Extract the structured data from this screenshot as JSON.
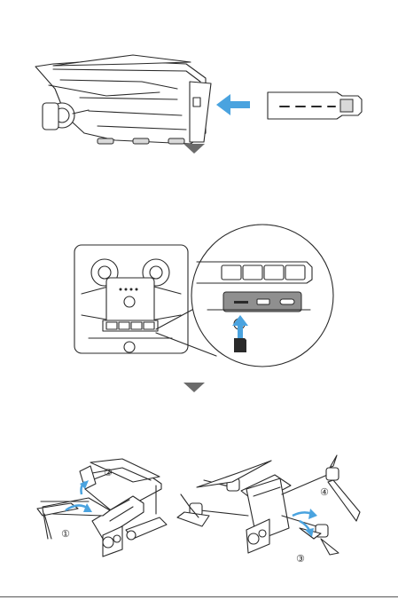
{
  "colors": {
    "accent_arrow": "#4aa3df",
    "line": "#2a2a2a",
    "step_arrow": "#6b6b6b"
  },
  "steps": [
    {
      "id": "insert-battery"
    },
    {
      "id": "insert-sd-card"
    },
    {
      "id": "unfold-arms",
      "markers": [
        "①",
        "②",
        "③",
        "④"
      ]
    }
  ]
}
